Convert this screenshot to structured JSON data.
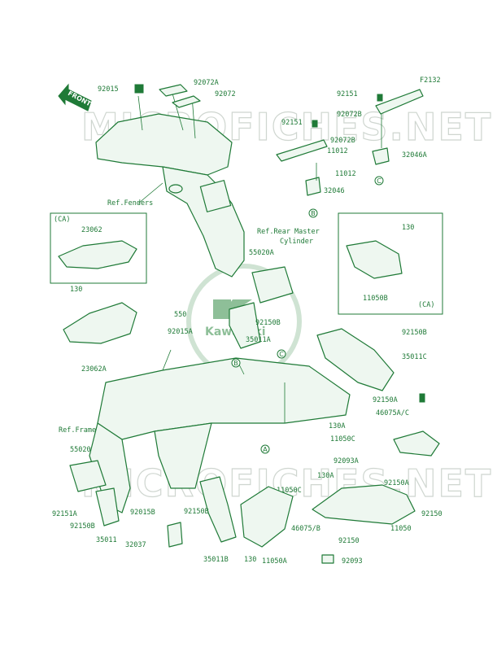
{
  "diagram_code": "F2132",
  "watermark_text": "MICROFICHES.NET",
  "logo_text": "Kawasaki",
  "front_label": "FRONT",
  "callout_refs": {
    "A": "A",
    "B": "B",
    "C": "C"
  },
  "inset_tag": "(CA)",
  "refs": {
    "fenders": "Ref.Fenders",
    "rear_master_1": "Ref.Rear Master",
    "rear_master_2": "Cylinder",
    "frame": "Ref.Frame"
  },
  "parts": {
    "p92015": "92015",
    "p92072A": "92072A",
    "p92072": "92072",
    "p92151_top": "92151",
    "p92072B_top": "92072B",
    "p92151_mid": "92151",
    "p92072B_mid": "92072B",
    "p11012_a": "11012",
    "p32046A": "32046A",
    "p11012_b": "11012",
    "p32046": "32046",
    "p23062": "23062",
    "p130_left": "130",
    "p23062A": "23062A",
    "p55020A": "55020A",
    "p550": "550",
    "p92015A": "92015A",
    "p92150B_mid": "92150B",
    "p35011A": "35011A",
    "p130_inset": "130",
    "p11050B": "11050B",
    "p92150B_right": "92150B",
    "p35011C": "35011C",
    "p92150A_r1": "92150A",
    "p46075AC": "46075A/C",
    "p130A_1": "130A",
    "p11050C_1": "11050C",
    "p92093A": "92093A",
    "p130A_2": "130A",
    "p11050C_2": "11050C",
    "p92150A_r2": "92150A",
    "p92150_right": "92150",
    "p11050": "11050",
    "p92150_low": "92150",
    "p46075B": "46075/B",
    "p92093": "92093",
    "p55020": "55020",
    "p92151A": "92151A",
    "p92150B_left": "92150B",
    "p35011": "35011",
    "p92015B": "92015B",
    "p92150B_low": "92150B",
    "p32037": "32037",
    "p35011B": "35011B",
    "p130_low": "130",
    "p11050A": "11050A"
  },
  "colors": {
    "ink": "#1f7a37",
    "watermark": "#cfd6d0"
  }
}
